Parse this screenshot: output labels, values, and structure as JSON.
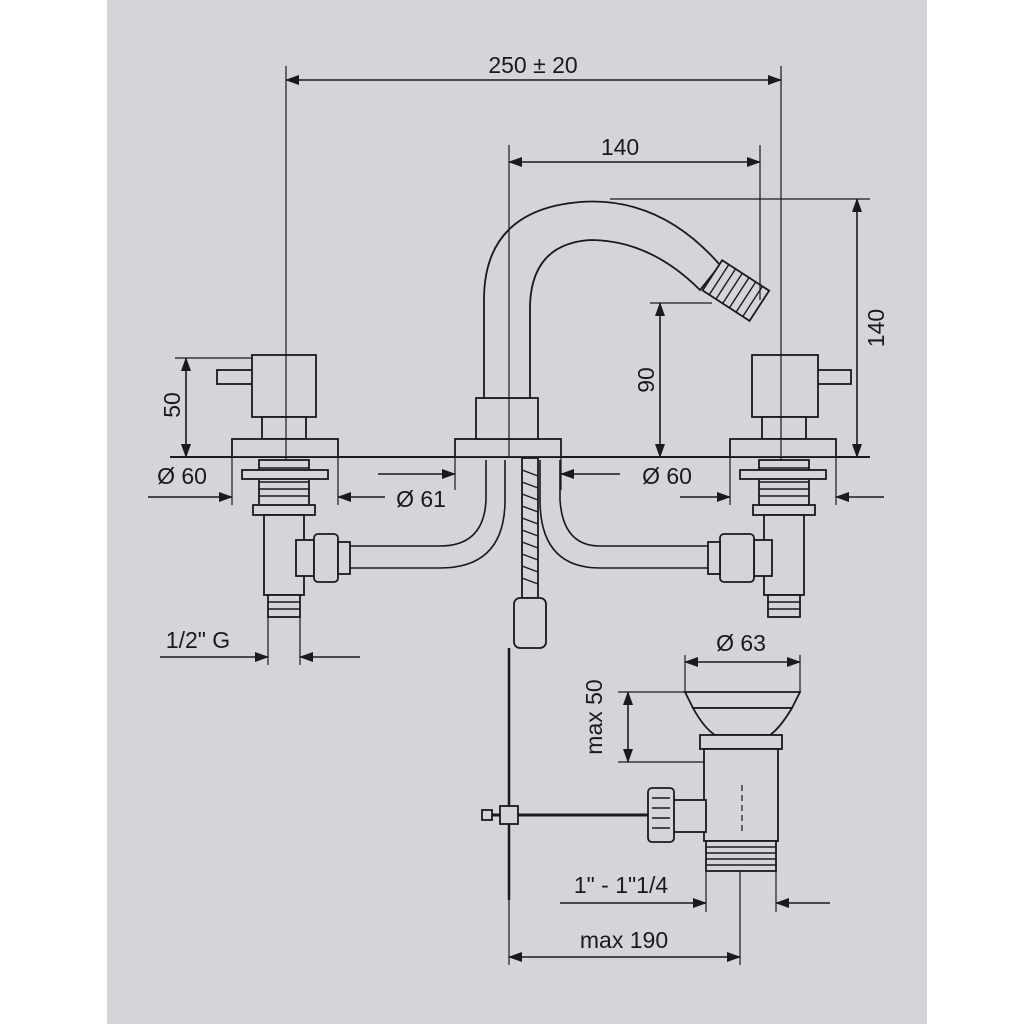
{
  "dimensions": {
    "overall_width": "250 ± 20",
    "spout_reach": "140",
    "spout_height": "140",
    "outlet_height": "90",
    "handle_height": "50",
    "left_base_diameter": "Ø 60",
    "center_base_diameter": "Ø 61",
    "right_base_diameter": "Ø 60",
    "inlet_thread": "1/2\" G",
    "waste_diameter": "Ø 63",
    "waste_height": "max 50",
    "waste_thread": "1\" - 1\"1/4",
    "rod_length": "max 190"
  },
  "colors": {
    "panel": "#d4d5da",
    "line": "#1a1a1a"
  }
}
